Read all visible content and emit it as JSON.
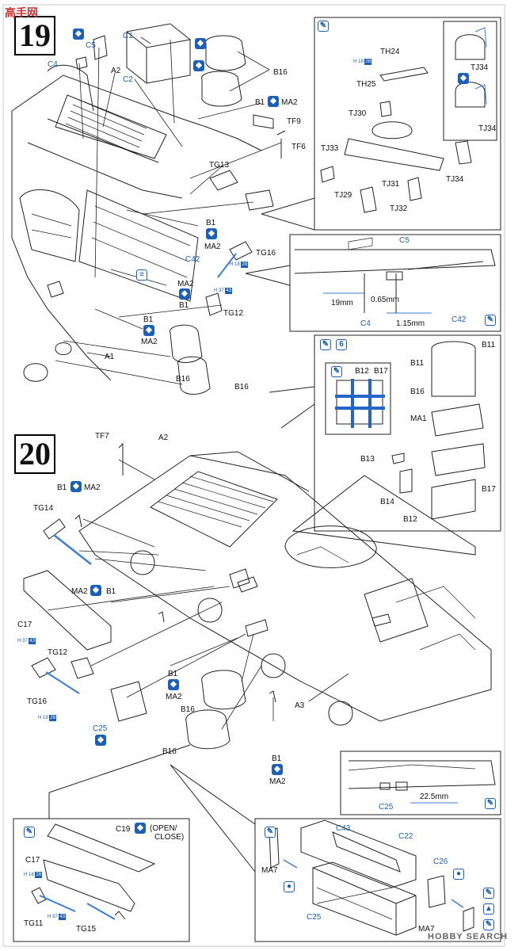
{
  "watermark_top": "高手网",
  "steps": {
    "s19": "19",
    "s20": "20"
  },
  "step19": {
    "labels": {
      "C5": "C5",
      "C4": "C4",
      "C1": "C1",
      "C2": "C2",
      "A2": "A2",
      "B16a": "B16",
      "B1a": "B1",
      "MA2a": "MA2",
      "TF9": "TF9",
      "TF6": "TF6",
      "TG13": "TG13",
      "B1b": "B1",
      "MA2b": "MA2",
      "C42": "C42",
      "TG16": "TG16",
      "MA2c": "MA2",
      "B1c": "B1",
      "TG12": "TG12",
      "B1d": "B1",
      "MA2d": "MA2",
      "A1": "A1",
      "B16b": "B16",
      "B16c": "B16"
    },
    "detail_top": {
      "TH24": "TH24",
      "TH25": "TH25",
      "TJ30": "TJ30",
      "TJ33": "TJ33",
      "TJ29": "TJ29",
      "TJ31": "TJ31",
      "TJ32": "TJ32",
      "TJ34": "TJ34",
      "TJ34b": "TJ34",
      "TJ34c": "TJ34"
    },
    "detail_mid": {
      "C5": "C5",
      "d19": "19mm",
      "d065": "0.65mm",
      "d115": "1.15mm",
      "C4": "C4",
      "C42": "C42"
    },
    "detail_jerry": {
      "B12": "B12",
      "B17": "B17",
      "B11a": "B11",
      "B11b": "B11",
      "B16": "B16",
      "MA1": "MA1",
      "B13": "B13",
      "B14": "B14",
      "B17b": "B17",
      "B12b": "B12",
      "qty": "6"
    }
  },
  "step20": {
    "labels": {
      "TF7": "TF7",
      "A2": "A2",
      "B1a": "B1",
      "MA2a": "MA2",
      "TG14": "TG14",
      "MA2b": "MA2",
      "B1b": "B1",
      "C17": "C17",
      "TG12": "TG12",
      "TG16": "TG16",
      "C25": "C25",
      "B1c": "B1",
      "MA2c": "MA2",
      "B16a": "B16",
      "B16b": "B16",
      "A3": "A3",
      "B1d": "B1",
      "MA2d": "MA2"
    },
    "detail_right": {
      "d225": "22.5mm",
      "C25": "C25"
    },
    "detail_left": {
      "C19": "C19",
      "openclose": "(OPEN/",
      "openclose2": "CLOSE)",
      "C17": "C17",
      "TG11": "TG11",
      "TG15": "TG15"
    },
    "detail_box": {
      "C43": "C43",
      "C22": "C22",
      "C26": "C26",
      "MA7": "MA7",
      "C25": "C25",
      "MA7b": "MA7"
    }
  },
  "chips": {
    "h18": "H 18",
    "h37": "H 37",
    "n28": "28",
    "n43": "43"
  },
  "footer_watermark": "HOBBY SEARCH"
}
